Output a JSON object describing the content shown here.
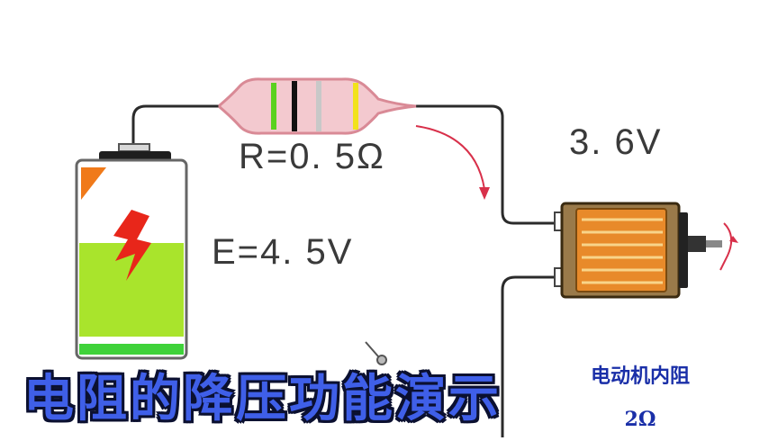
{
  "labels": {
    "resistance": "R=0. 5Ω",
    "emf": "E=4. 5V",
    "motor_voltage": "3. 6V"
  },
  "motor_label": {
    "line1": "电动机内阻",
    "line2": "2Ω"
  },
  "caption": "电阻的降压功能演示",
  "colors": {
    "wire": "#2b2b2b",
    "resistor_body": "#f3c9cf",
    "battery_fill": "#a9e42c",
    "battery_fill_bottom": "#3fd23a",
    "bolt": "#e8261a",
    "motor_coil": "#e88a2a",
    "current_arrow": "#d8304a",
    "caption_text": "#3f5fe8",
    "motor_label_text": "#1a2fa8"
  },
  "resistor_bands": [
    "green",
    "black",
    "silver",
    "yellow"
  ],
  "icons": [
    "battery-icon",
    "lightning-bolt-icon",
    "resistor-icon",
    "motor-icon",
    "rotation-arrow-icon",
    "current-arrow-icon",
    "probe-icon"
  ]
}
